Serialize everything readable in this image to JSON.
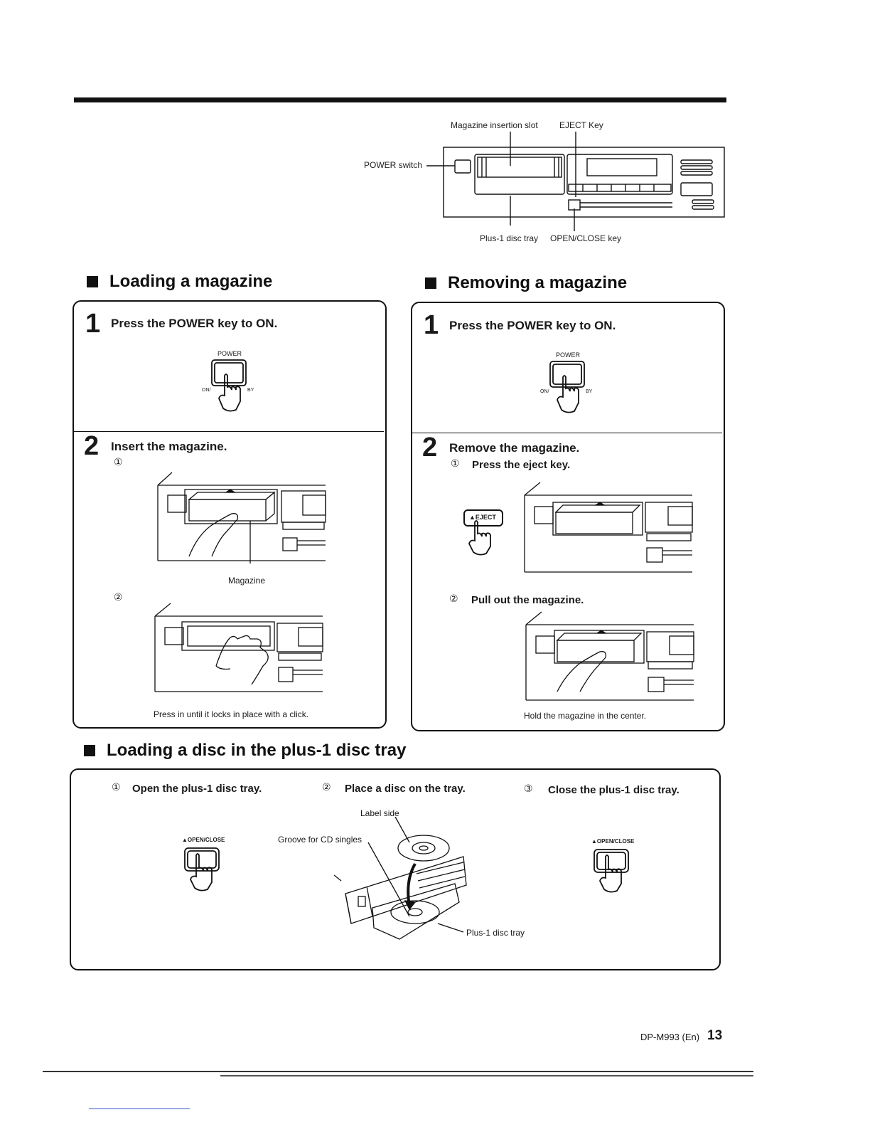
{
  "front_panel": {
    "label_slot": "Magazine insertion slot",
    "label_eject": "EJECT Key",
    "label_power": "POWER switch",
    "label_tray": "Plus-1 disc tray",
    "label_openclose": "OPEN/CLOSE key"
  },
  "loading": {
    "title": "Loading a magazine",
    "step1_num": "1",
    "step1_title": "Press the POWER key to ON.",
    "power_label": "POWER",
    "power_left": "ON/",
    "power_right": "BY",
    "step2_num": "2",
    "step2_title": "Insert the magazine.",
    "sub1_marker": "①",
    "magazine_label": "Magazine",
    "sub2_marker": "②",
    "caption": "Press in until it locks in place with a click."
  },
  "removing": {
    "title": "Removing a magazine",
    "step1_num": "1",
    "step1_title": "Press the POWER key to ON.",
    "power_label": "POWER",
    "power_left": "ON/",
    "power_right": "BY",
    "step2_num": "2",
    "step2_title": "Remove the magazine.",
    "sub1_marker": "①",
    "sub1_title": "Press the eject key.",
    "eject_label": "▲EJECT",
    "sub2_marker": "②",
    "sub2_title": "Pull out the magazine.",
    "caption": "Hold the magazine in the center."
  },
  "disc": {
    "title": "Loading a disc in the plus-1 disc tray",
    "step1_marker": "①",
    "step1_title": "Open the plus-1 disc tray.",
    "step2_marker": "②",
    "step2_title": "Place a disc on the tray.",
    "step3_marker": "③",
    "step3_title": "Close the plus-1 disc tray.",
    "openclose_label": "▲OPEN/CLOSE",
    "label_side": "Label side",
    "groove": "Groove for CD singles",
    "tray": "Plus-1 disc tray"
  },
  "footer": {
    "model": "DP-M993 (En)",
    "page": "13"
  }
}
